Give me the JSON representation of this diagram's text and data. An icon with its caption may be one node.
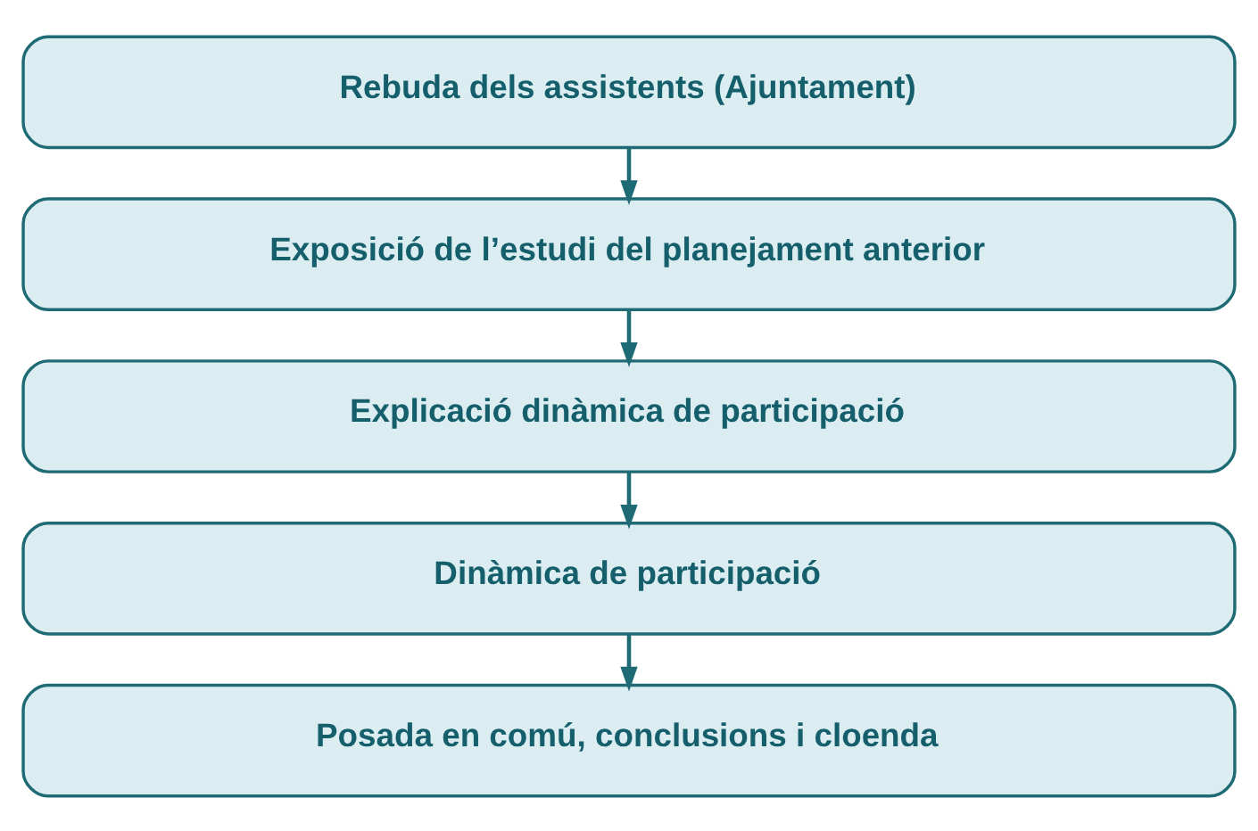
{
  "diagram": {
    "nodes": [
      {
        "text": [
          "Rebuda dels assistents (Ajuntament)"
        ]
      },
      {
        "text": [
          "Exposició de l’estudi del planejament anterior"
        ]
      },
      {
        "text": [
          "Explicació dinàmica de participació"
        ]
      },
      {
        "text": [
          "Dinàmica de participació"
        ]
      },
      {
        "text": [
          "Posada en comú, conclusions i cloenda"
        ]
      }
    ],
    "edges": [
      {
        "from": 0,
        "to": 1,
        "arrow": "to"
      },
      {
        "from": 1,
        "to": 2,
        "arrow": "to"
      },
      {
        "from": 2,
        "to": 3,
        "arrow": "to"
      },
      {
        "from": 3,
        "to": 4,
        "arrow": "to"
      }
    ]
  }
}
